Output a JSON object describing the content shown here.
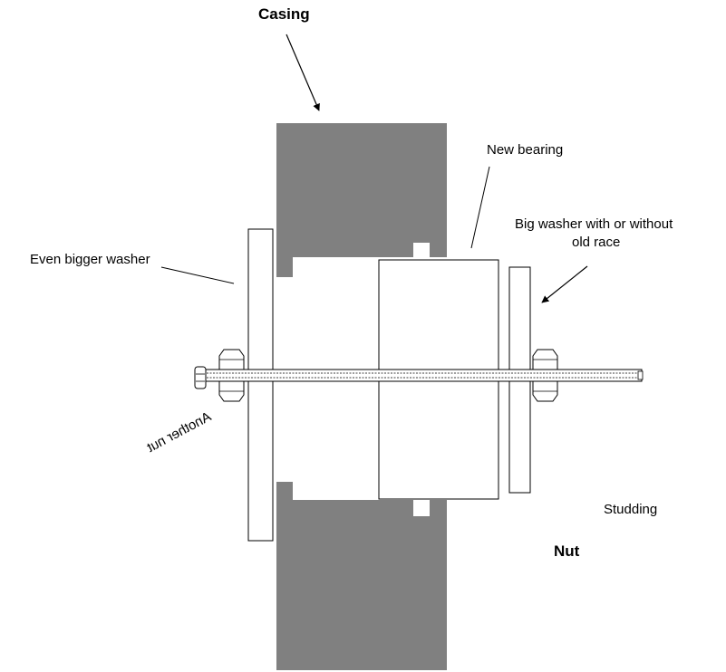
{
  "labels": {
    "casing": "Casing",
    "new_bearing": "New bearing",
    "big_washer_line1": "Big washer with or without",
    "big_washer_line2": "old race",
    "even_bigger_washer": "Even bigger washer",
    "another_nut": "Another nut",
    "studding": "Studding",
    "nut": "Nut"
  },
  "colors": {
    "casing_fill": "#808080",
    "part_fill": "#ffffff",
    "outline": "#000000",
    "background": "#ffffff"
  }
}
